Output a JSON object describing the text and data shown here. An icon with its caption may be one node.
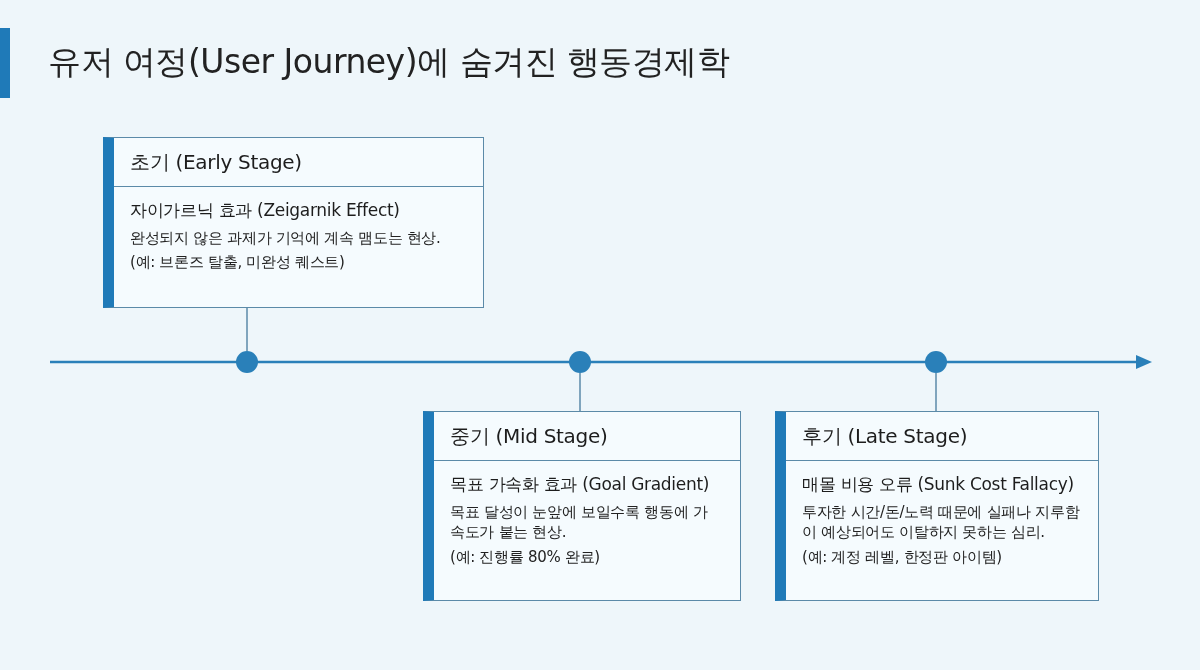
{
  "diagram": {
    "title": "유저 여정(User Journey)에 숨겨진 행동경제학",
    "nodes": [
      {
        "text": [
          "초기 (Early Stage)",
          "자이가르닉 효과 (Zeigarnik Effect)",
          "완성되지 않은 과제가 기억에 계속 맴도는 현상.",
          "(예: 브론즈 탈출, 미완성 퀘스트)"
        ]
      },
      {
        "text": [
          "중기 (Mid Stage)",
          "목표 가속화 효과 (Goal Gradient)",
          "목표 달성이 눈앞에 보일수록 행동에 가속도가 붙는 현상.",
          "(예: 진행률 80% 완료)"
        ]
      },
      {
        "text": [
          "후기 (Late Stage)",
          "매몰 비용 오류 (Sunk Cost Fallacy)",
          "투자한 시간/돈/노력 때문에 실패나 지루함이 예상되어도 이탈하지 못하는 심리.",
          "(예: 계정 레벨, 한정판 아이템)"
        ]
      },
      {
        "text": [],
        "shape": "circle"
      },
      {
        "text": [],
        "shape": "circle"
      },
      {
        "text": [],
        "shape": "circle"
      }
    ],
    "edges": [
      {
        "from": 0,
        "to": 3,
        "arrow": "none"
      },
      {
        "from": 4,
        "to": 1,
        "arrow": "none"
      },
      {
        "from": 5,
        "to": 2,
        "arrow": "none"
      }
    ]
  }
}
